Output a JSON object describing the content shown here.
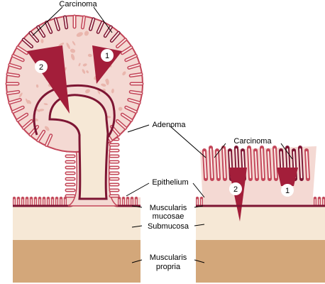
{
  "labels": {
    "carcinoma_left": "Carcinoma",
    "carcinoma_right": "Carcinoma",
    "adenoma": "Adenoma",
    "epithelium": "Epithelium",
    "muscularis_mucosae_1": "Muscularis",
    "muscularis_mucosae_2": "mucosae",
    "submucosa": "Submucosa",
    "muscularis_propria_1": "Muscularis",
    "muscularis_propria_2": "propria"
  },
  "markers": {
    "left_1": "1",
    "left_2": "2",
    "right_1": "1",
    "right_2": "2"
  },
  "colors": {
    "tissue_light": "#f4d9d3",
    "tissue_mid": "#e9b6ad",
    "crypt_lumen": "#fbe9e5",
    "epithelium_line": "#c3475a",
    "muscularis_mucosae": "#7d1533",
    "carcinoma": "#a31e3a",
    "submucosa": "#f6e8d6",
    "muscularis_propria": "#d3a77a",
    "leader": "#000000"
  }
}
